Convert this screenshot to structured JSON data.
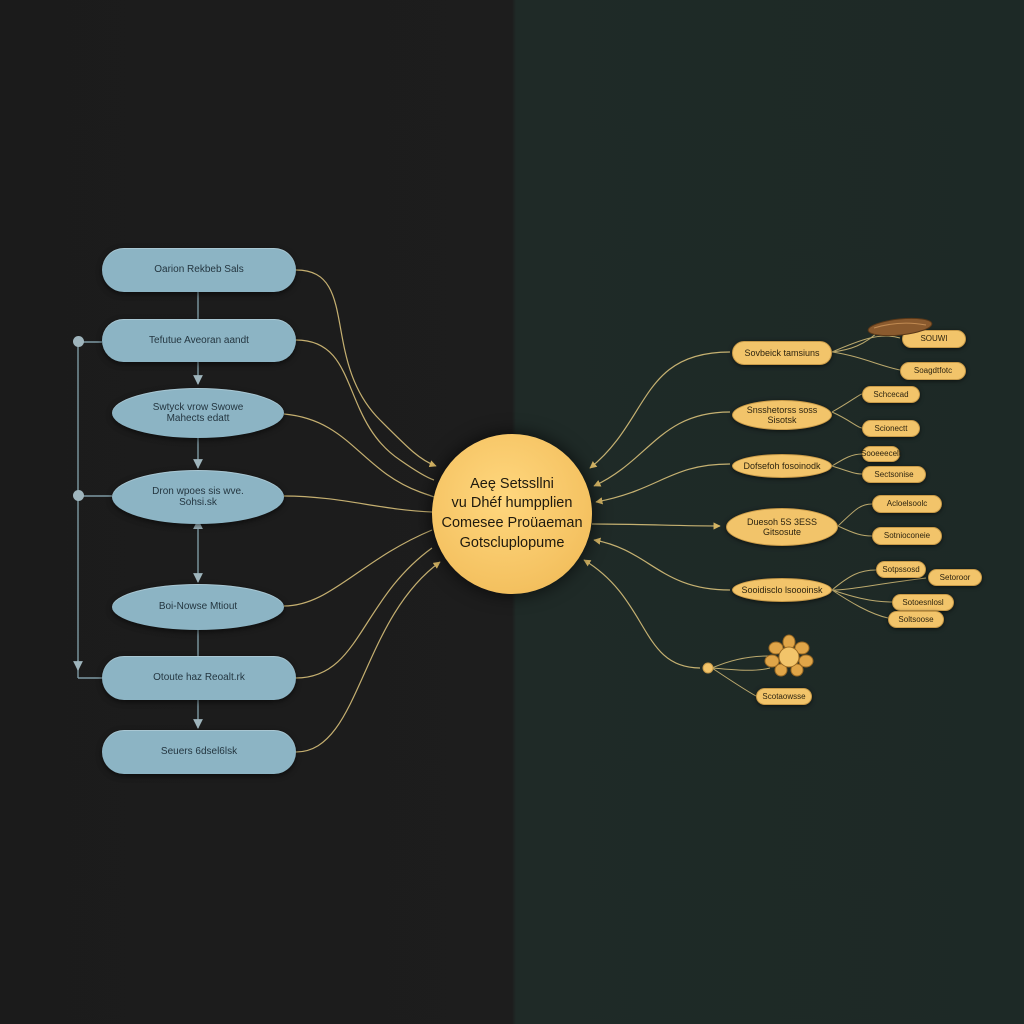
{
  "hub": {
    "lines": [
      "Aeę Setssllni",
      "vu Dhéf humpplien",
      "Comesee Proüaeman",
      "Gotscluplopume"
    ]
  },
  "left_nodes": [
    "Oarion Rekbeb Sals",
    "Tefutue Aveoran aandt",
    "Swtyck vrow Swowe Mahects edatt",
    "Dron wpoes sis wve. Sohsi.sk",
    "Boi-Nowse Mtiout",
    "Otoute haz Reoalt.rk",
    "Seuers 6dsel6lsk"
  ],
  "right_nodes": [
    {
      "label": "Sovbeick tamsiuns",
      "leaves": [
        "SOUWI",
        "Soagdtfotc"
      ]
    },
    {
      "label": "Snsshetorss soss Sisotsk",
      "leaves": [
        "Schcecad",
        "Scionectt"
      ]
    },
    {
      "label": "Dofsefoh fosoinodk",
      "leaves": [
        "Sooeeecelt",
        "Sectsonise"
      ]
    },
    {
      "label": "Duesoh 5S 3ESS Gitsosute",
      "leaves": [
        "Acloelsoolc",
        "Sotnioconeie"
      ]
    },
    {
      "label": "Sooidisclo lsoooinsk",
      "leaves": [
        "Sotpssosd",
        "Setoroor",
        "Sotoesnlosl",
        "Soltsoose"
      ]
    },
    {
      "label": "",
      "leaves": [
        "Scotaowsse"
      ]
    }
  ],
  "colors": {
    "hub": "#f4c160",
    "left_node": "#8cb4c4",
    "right_node": "#f2c46a",
    "connector": "#d8c07a",
    "flow": "#7e9aa4"
  },
  "icons": [
    "seed-pod-icon",
    "flower-icon"
  ]
}
